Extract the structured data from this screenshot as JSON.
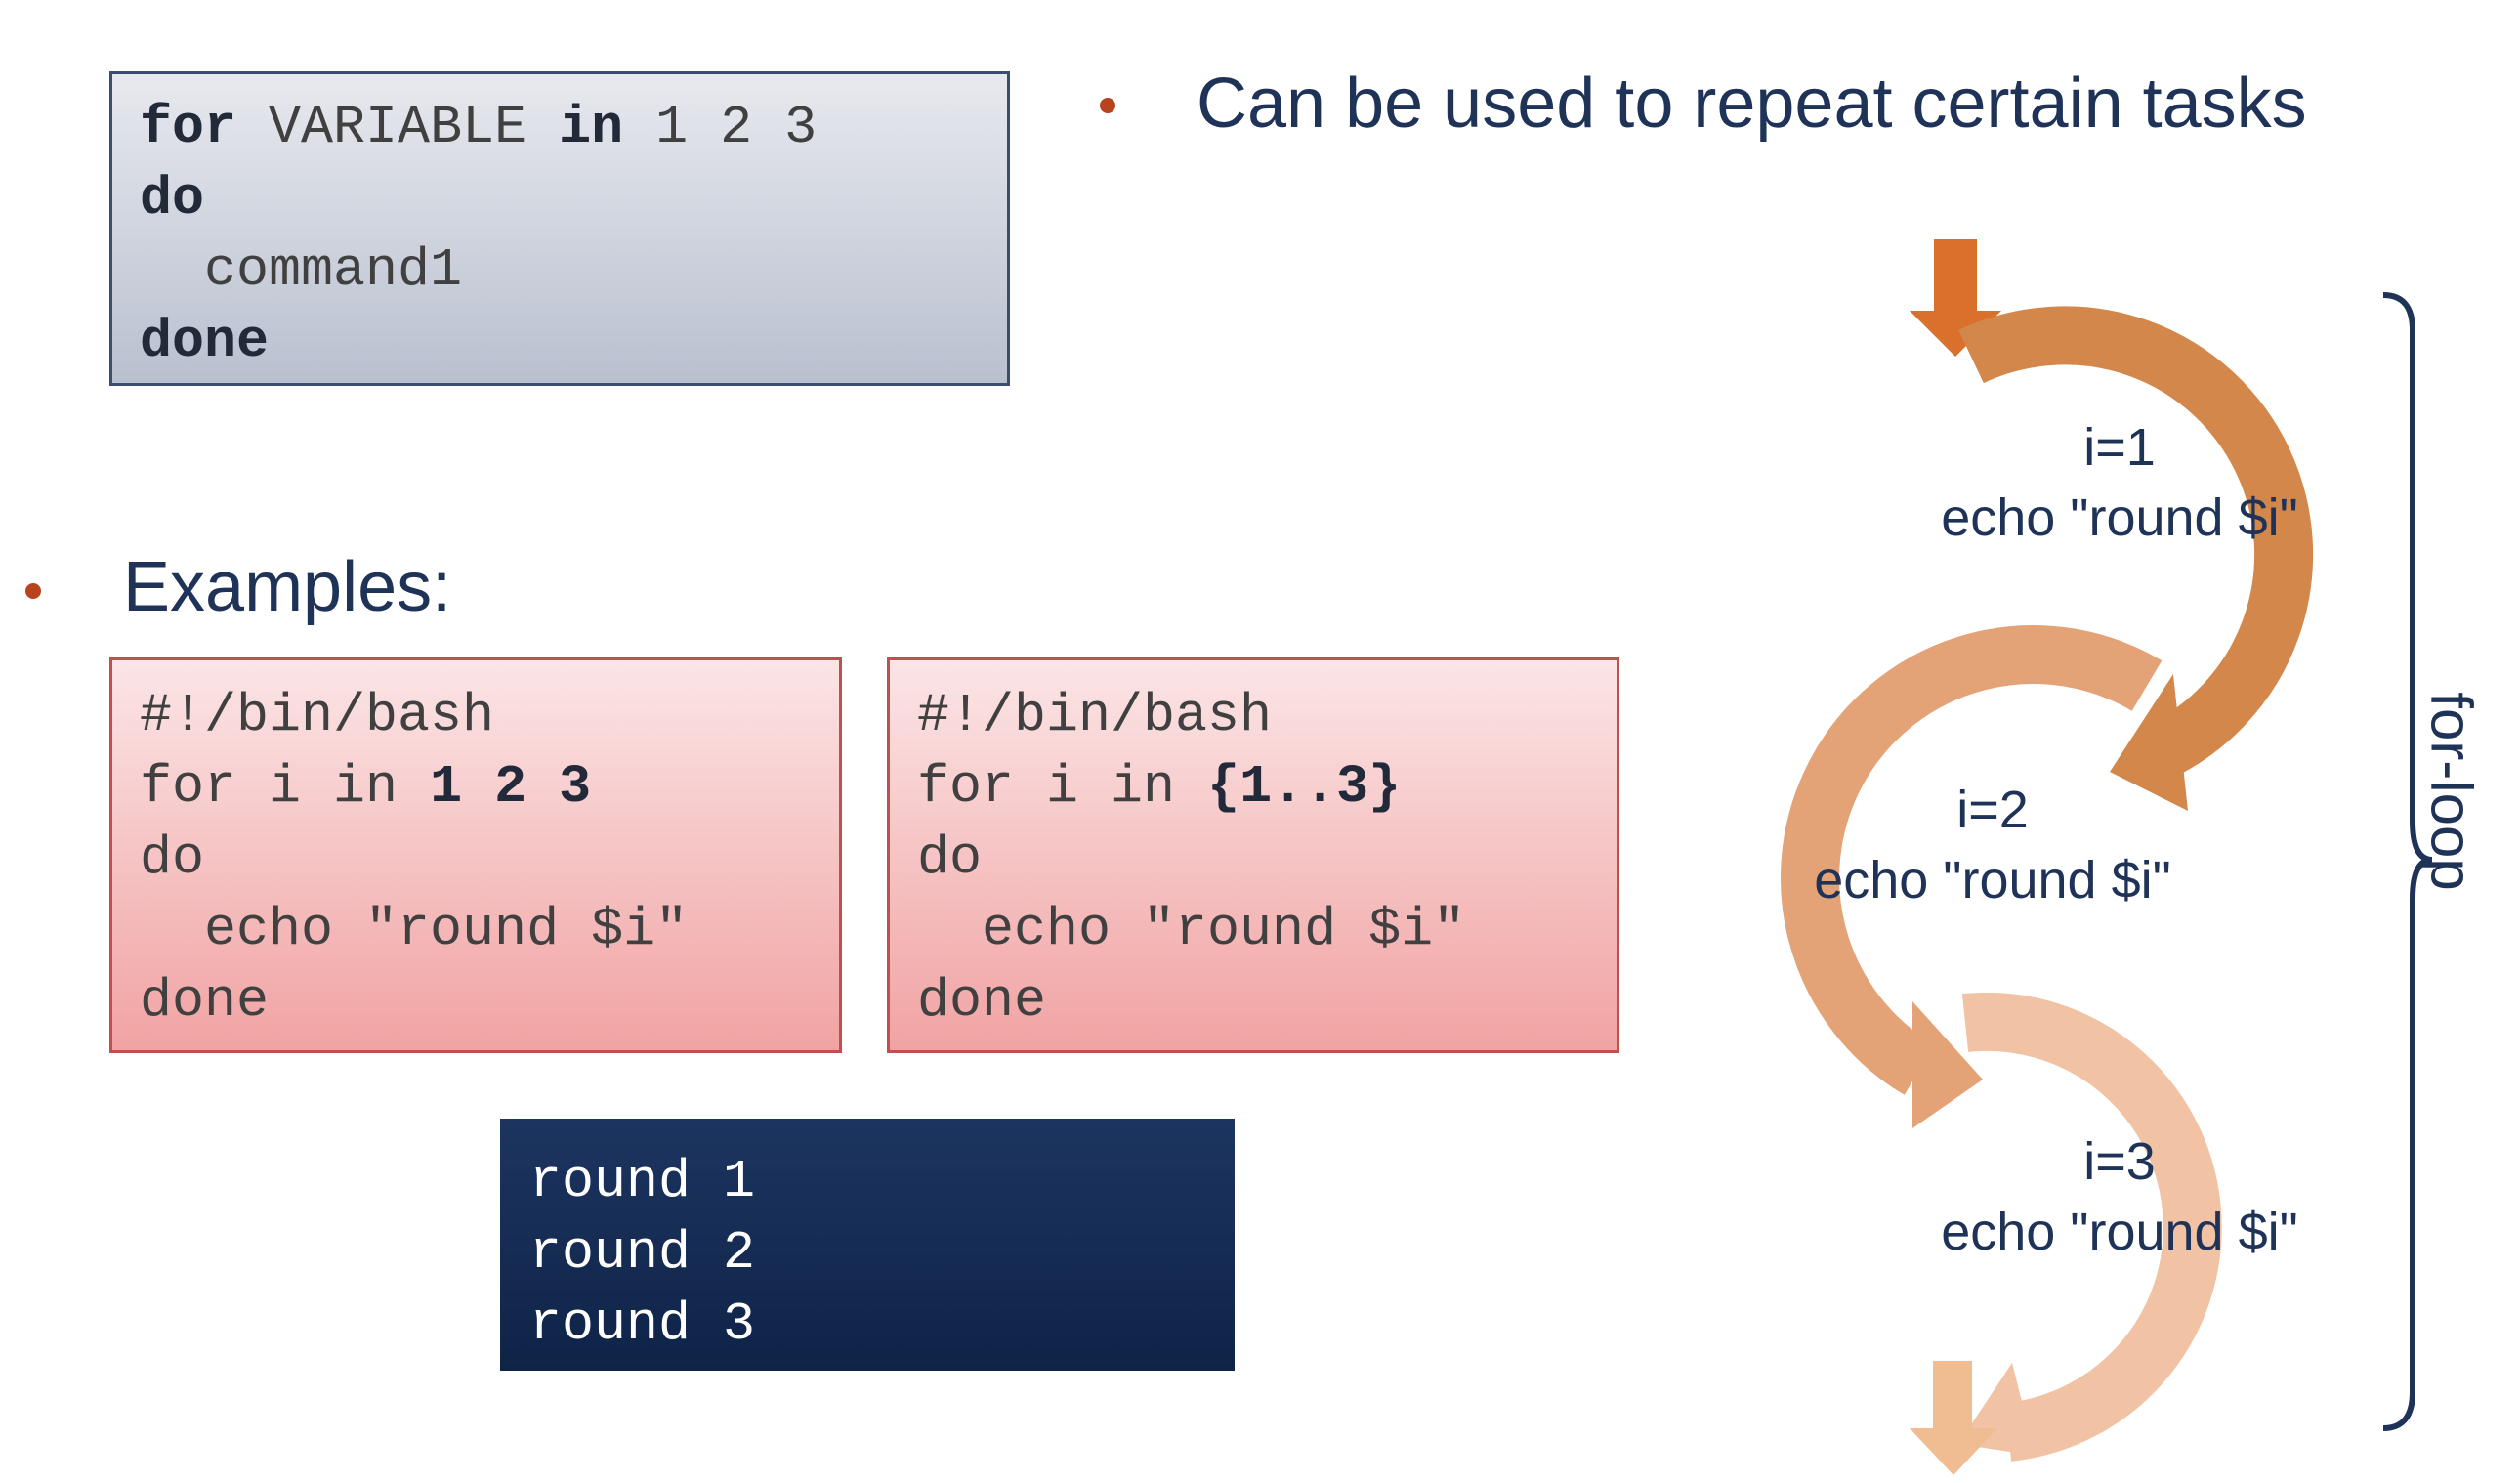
{
  "syntax": {
    "line1_kw1": "for",
    "line1_var": " VARIABLE ",
    "line1_kw2": "in",
    "line1_vals": " 1 2 3",
    "line2": "do",
    "line3": "  command1",
    "line4": "done"
  },
  "bullets": {
    "top": "Can be used to repeat certain tasks",
    "examples": "Examples:"
  },
  "example1": {
    "shebang": "#!/bin/bash",
    "for_prefix": "for i in ",
    "for_list": "1 2 3",
    "do": "do",
    "echo": "  echo \"round $i\"",
    "done": "done"
  },
  "example2": {
    "shebang": "#!/bin/bash",
    "for_prefix": "for i in ",
    "for_list": "{1..3}",
    "do": "do",
    "echo": "  echo \"round $i\"",
    "done": "done"
  },
  "output": {
    "lines": [
      "round 1",
      "round 2",
      "round 3"
    ]
  },
  "diagram": {
    "loops": [
      {
        "iter": "i=1",
        "cmd": "echo \"round $i\""
      },
      {
        "iter": "i=2",
        "cmd": "echo \"round $i\""
      },
      {
        "iter": "i=3",
        "cmd": "echo \"round $i\""
      }
    ],
    "brace_label": "for-loop",
    "colors": {
      "entry_arrow": "#d9702b",
      "loop1": "#d4874a",
      "loop2": "#e4a277",
      "loop3": "#f1c3a4",
      "exit_arrow": "#f0bd93",
      "brace": "#1f3358"
    }
  }
}
